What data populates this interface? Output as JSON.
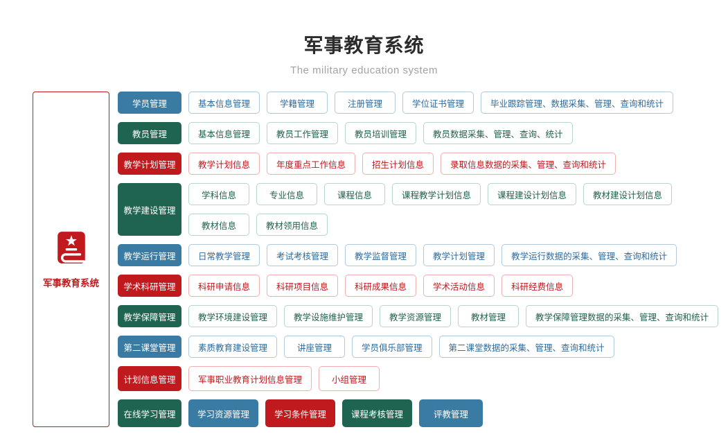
{
  "header": {
    "title": "军事教育系统",
    "subtitle": "The military education system"
  },
  "root": {
    "label": "军事教育系统",
    "icon": "book-star-icon"
  },
  "colors": {
    "blue": "#3a7ba4",
    "green": "#1e6450",
    "red": "#c0191e",
    "blue_outline": "#afc9de",
    "green_outline": "#b5d6c8",
    "red_outline": "#f0afaf"
  },
  "rows": [
    {
      "category": {
        "label": "学员管理",
        "color": "blue"
      },
      "item_lines": [
        [
          {
            "label": "基本信息管理",
            "color": "blue",
            "filled": false
          },
          {
            "label": "学籍管理",
            "color": "blue",
            "filled": false
          },
          {
            "label": "注册管理",
            "color": "blue",
            "filled": false
          },
          {
            "label": "学位证书管理",
            "color": "blue",
            "filled": false
          },
          {
            "label": "毕业跟踪管理、数据采集、管理、查询和统计",
            "color": "blue",
            "filled": false
          }
        ]
      ]
    },
    {
      "category": {
        "label": "教员管理",
        "color": "green"
      },
      "item_lines": [
        [
          {
            "label": "基本信息管理",
            "color": "green",
            "filled": false
          },
          {
            "label": "教员工作管理",
            "color": "green",
            "filled": false
          },
          {
            "label": "教员培训管理",
            "color": "green",
            "filled": false
          },
          {
            "label": "教员数据采集、管理、查询、统计",
            "color": "green",
            "filled": false
          }
        ]
      ]
    },
    {
      "category": {
        "label": "教学计划管理",
        "color": "red"
      },
      "item_lines": [
        [
          {
            "label": "教学计划信息",
            "color": "red",
            "filled": false
          },
          {
            "label": "年度重点工作信息",
            "color": "red",
            "filled": false
          },
          {
            "label": "招生计划信息",
            "color": "red",
            "filled": false
          },
          {
            "label": "录取信息数据的采集、管理、查询和统计",
            "color": "red",
            "filled": false
          }
        ]
      ]
    },
    {
      "category": {
        "label": "教学建设管理",
        "color": "green"
      },
      "item_lines": [
        [
          {
            "label": "学科信息",
            "color": "green",
            "filled": false
          },
          {
            "label": "专业信息",
            "color": "green",
            "filled": false
          },
          {
            "label": "课程信息",
            "color": "green",
            "filled": false
          },
          {
            "label": "课程教学计划信息",
            "color": "green",
            "filled": false
          },
          {
            "label": "课程建设计划信息",
            "color": "green",
            "filled": false
          },
          {
            "label": "教材建设计划信息",
            "color": "green",
            "filled": false
          }
        ],
        [
          {
            "label": "教材信息",
            "color": "green",
            "filled": false
          },
          {
            "label": "教材领用信息",
            "color": "green",
            "filled": false
          }
        ]
      ]
    },
    {
      "category": {
        "label": "教学运行管理",
        "color": "blue"
      },
      "item_lines": [
        [
          {
            "label": "日常教学管理",
            "color": "blue",
            "filled": false
          },
          {
            "label": "考试考核管理",
            "color": "blue",
            "filled": false
          },
          {
            "label": "教学监督管理",
            "color": "blue",
            "filled": false
          },
          {
            "label": "教学计划管理",
            "color": "blue",
            "filled": false
          },
          {
            "label": "教学运行数据的采集、管理、查询和统计",
            "color": "blue",
            "filled": false
          }
        ]
      ]
    },
    {
      "category": {
        "label": "学术科研管理",
        "color": "red"
      },
      "item_lines": [
        [
          {
            "label": "科研申请信息",
            "color": "red",
            "filled": false
          },
          {
            "label": "科研项目信息",
            "color": "red",
            "filled": false
          },
          {
            "label": "科研成果信息",
            "color": "red",
            "filled": false
          },
          {
            "label": "学术活动信息",
            "color": "red",
            "filled": false
          },
          {
            "label": "科研经费信息",
            "color": "red",
            "filled": false
          }
        ]
      ]
    },
    {
      "category": {
        "label": "教学保障管理",
        "color": "green"
      },
      "item_lines": [
        [
          {
            "label": "教学环境建设管理",
            "color": "green",
            "filled": false
          },
          {
            "label": "教学设施维护管理",
            "color": "green",
            "filled": false
          },
          {
            "label": "教学资源管理",
            "color": "green",
            "filled": false
          },
          {
            "label": "教材管理",
            "color": "green",
            "filled": false
          },
          {
            "label": "教学保障管理数据的采集、管理、查询和统计",
            "color": "green",
            "filled": false
          }
        ]
      ]
    },
    {
      "category": {
        "label": "第二课堂管理",
        "color": "blue"
      },
      "item_lines": [
        [
          {
            "label": "素质教育建设管理",
            "color": "blue",
            "filled": false
          },
          {
            "label": "讲座管理",
            "color": "blue",
            "filled": false
          },
          {
            "label": "学员俱乐部管理",
            "color": "blue",
            "filled": false
          },
          {
            "label": "第二课堂数据的采集、管理、查询和统计",
            "color": "blue",
            "filled": false
          }
        ]
      ]
    },
    {
      "category": {
        "label": "计划信息管理",
        "color": "red"
      },
      "item_lines": [
        [
          {
            "label": "军事职业教育计划信息管理",
            "color": "red",
            "filled": false
          },
          {
            "label": "小组管理",
            "color": "red",
            "filled": false
          }
        ]
      ]
    },
    {
      "category": {
        "label": "在线学习管理",
        "color": "green"
      },
      "item_lines": [
        [
          {
            "label": "学习资源管理",
            "color": "blue",
            "filled": true
          },
          {
            "label": "学习条件管理",
            "color": "red",
            "filled": true
          },
          {
            "label": "课程考核管理",
            "color": "green",
            "filled": true
          },
          {
            "label": "评教管理",
            "color": "blue",
            "filled": true
          }
        ]
      ]
    }
  ]
}
